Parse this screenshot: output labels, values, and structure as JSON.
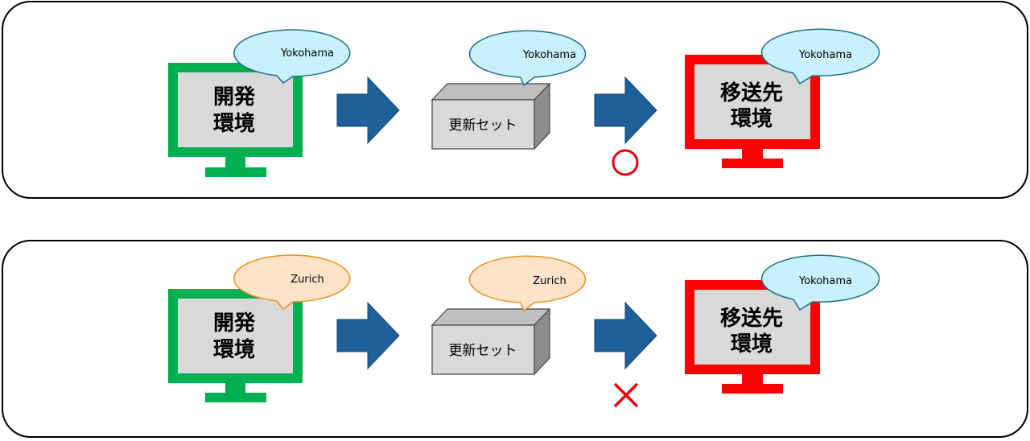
{
  "rows": [
    {
      "dev_env": {
        "line1": "開発",
        "line2": "環境",
        "bubble": "Yokohama"
      },
      "update_set": {
        "label": "更新セット",
        "bubble": "Yokohama"
      },
      "result_mark": "○",
      "target_env": {
        "line1": "移送先",
        "line2": "環境",
        "bubble": "Yokohama"
      }
    },
    {
      "dev_env": {
        "line1": "開発",
        "line2": "環境",
        "bubble": "Zurich"
      },
      "update_set": {
        "label": "更新セット",
        "bubble": "Zurich"
      },
      "result_mark": "×",
      "target_env": {
        "line1": "移送先",
        "line2": "環境",
        "bubble": "Yokohama"
      }
    }
  ],
  "colors": {
    "dev_monitor": "#00b050",
    "target_monitor": "#ff0000",
    "screen_fill": "#d9d9d9",
    "arrow": "#1f5f9a",
    "box_front": "#d9d9d9",
    "box_top": "#bfbfbf",
    "box_side": "#8c8c8c",
    "bubble_match_fill": "#c9f1fb",
    "bubble_match_stroke": "#1f6e8c",
    "bubble_mismatch_fill": "#fde3c8",
    "bubble_mismatch_stroke": "#e8921e",
    "ok_mark": "#e8000b",
    "ng_mark": "#e8000b"
  }
}
